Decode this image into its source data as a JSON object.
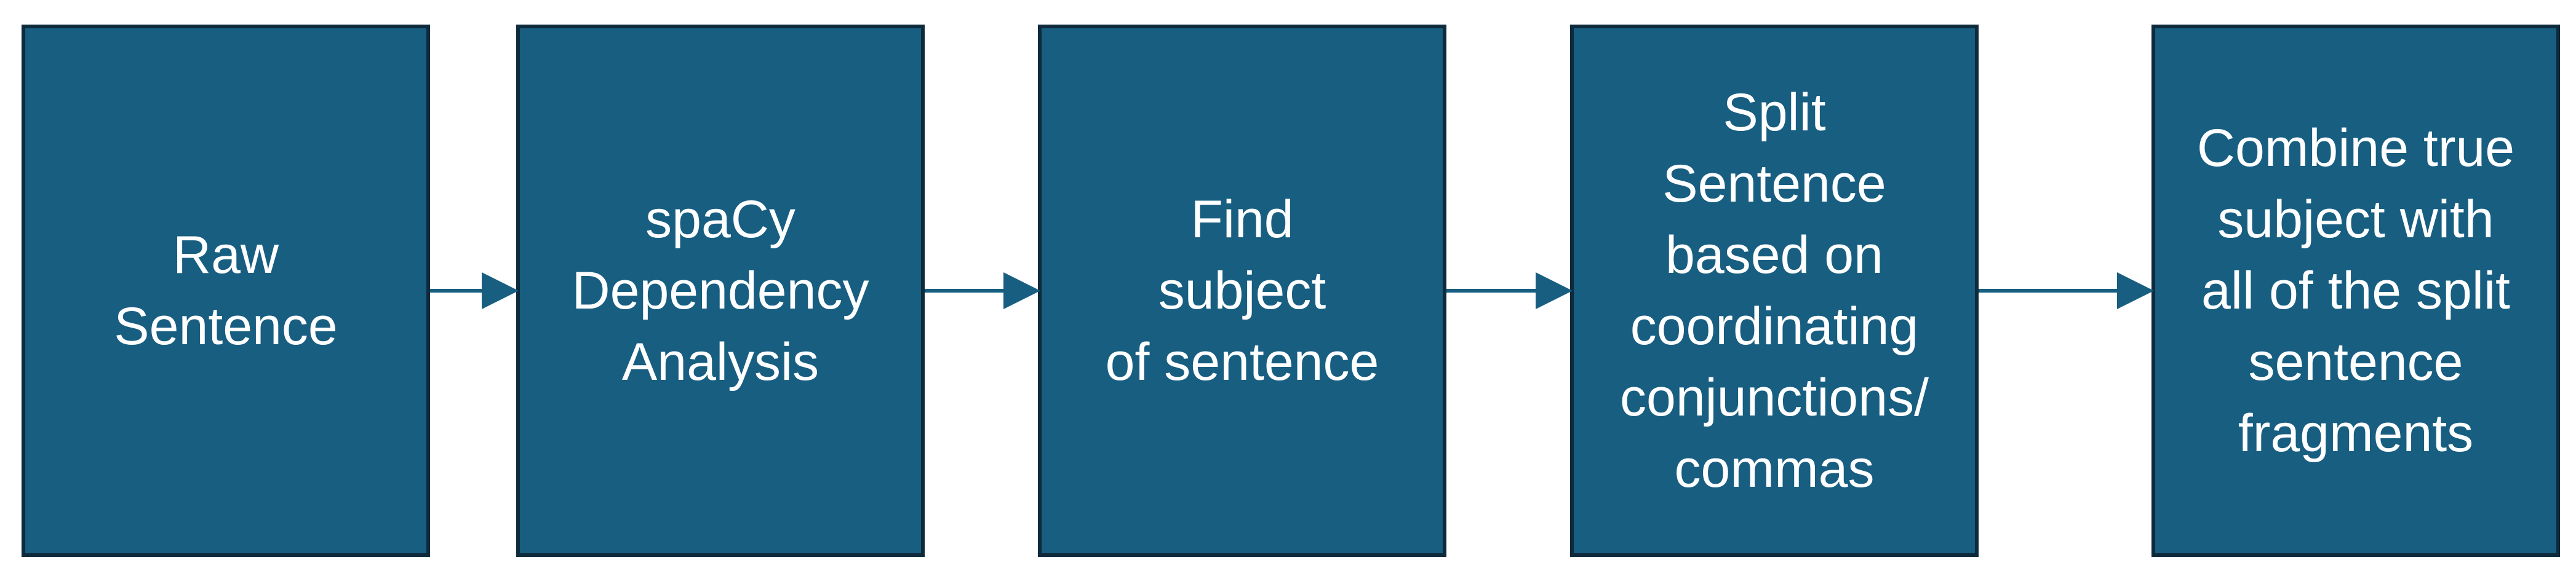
{
  "diagram": {
    "steps": [
      {
        "label": "Raw\nSentence"
      },
      {
        "label": "spaCy\nDependency\nAnalysis"
      },
      {
        "label": "Find\nsubject\nof sentence"
      },
      {
        "label": "Split\nSentence\nbased on\ncoordinating\nconjunctions/\ncommas"
      },
      {
        "label": "Combine true\nsubject with\nall of the split\nsentence\nfragments"
      }
    ],
    "colors": {
      "box_fill": "#175E81",
      "box_border": "#0E2A3B",
      "text": "#ffffff",
      "arrow": "#175E81"
    }
  }
}
